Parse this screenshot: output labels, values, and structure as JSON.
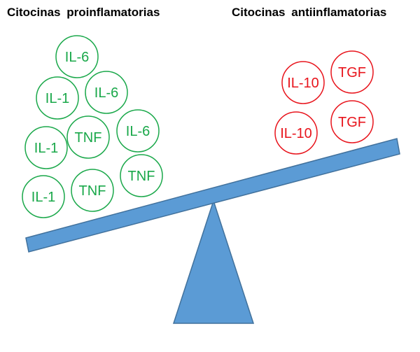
{
  "titles": {
    "proinflammatory": "Citocinas proinflamatorias",
    "antiinflammatory": "Citocinas antiinflamatorias"
  },
  "colors": {
    "proinflammatory": "#1aa84a",
    "antiinflammatory": "#e8141c",
    "scale": "#5b9bd5",
    "scale_border": "#41719c"
  },
  "proinflammatory_cytokines": [
    "IL-6",
    "IL-1",
    "IL-6",
    "IL-1",
    "TNF",
    "IL-6",
    "IL-1",
    "TNF",
    "TNF"
  ],
  "antiinflammatory_cytokines": [
    "IL-10",
    "TGF",
    "IL-10",
    "TGF"
  ]
}
